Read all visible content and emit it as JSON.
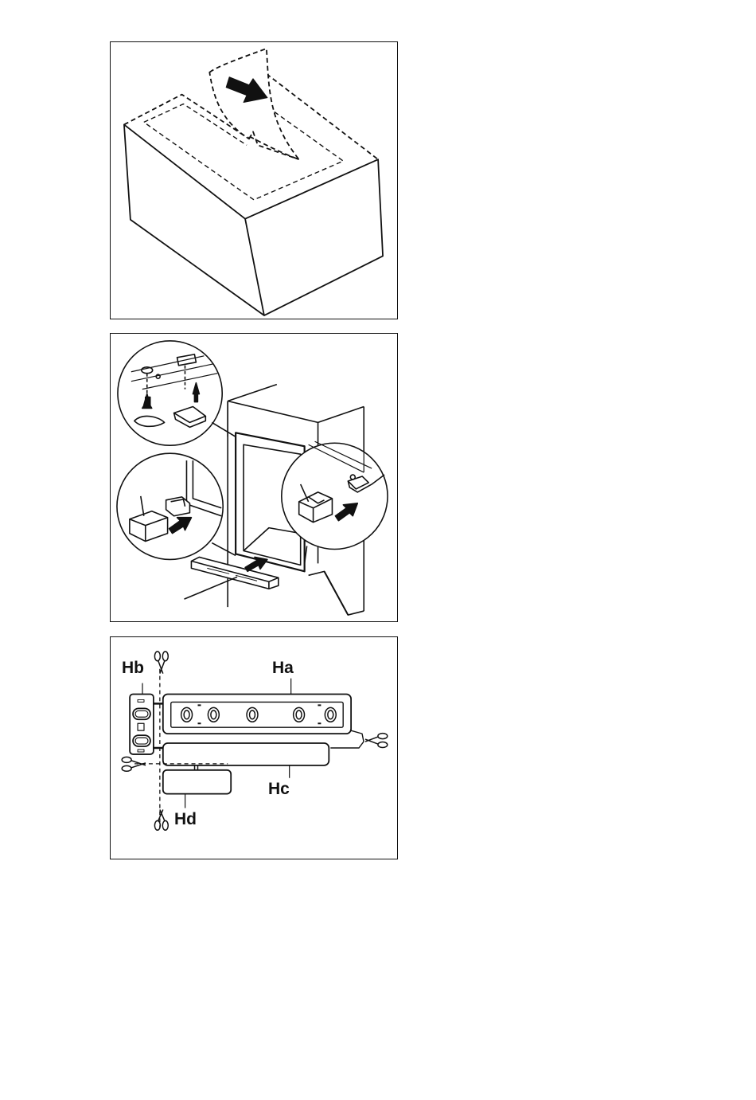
{
  "figures": [
    {
      "id": "unpack-box"
    },
    {
      "id": "mounting-parts"
    },
    {
      "id": "hinge-cover-parts",
      "labels": {
        "ha": "Ha",
        "hb": "Hb",
        "hc": "Hc",
        "hd": "Hd"
      }
    }
  ]
}
